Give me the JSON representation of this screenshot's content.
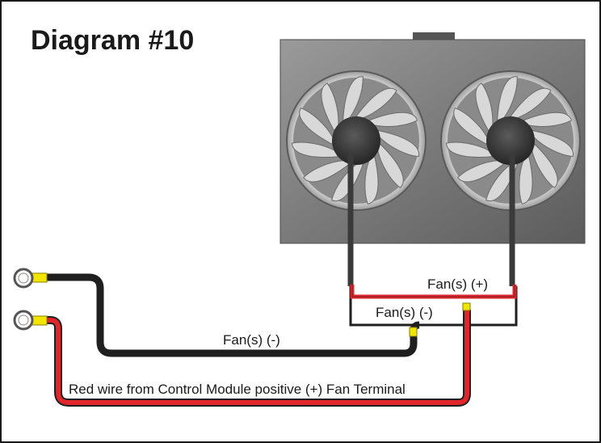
{
  "title": "Diagram #10",
  "labels": {
    "fans_positive": "Fan(s) (+)",
    "fans_negative_short": "Fan(s) (-)",
    "fans_negative_long": "Fan(s) (-)",
    "red_wire": "Red wire from Control Module positive (+) Fan Terminal"
  },
  "colors": {
    "black_wire": "#1f1f1f",
    "red_wire": "#e0262b",
    "connector": "#f2e600",
    "shroud": "#7b7b7b",
    "fan_blade": "#cfcfcf",
    "hub": "#3a3a3a"
  },
  "icons": {
    "ground_terminal_top": "ring-terminal-icon",
    "ground_terminal_bottom": "ring-terminal-icon"
  }
}
